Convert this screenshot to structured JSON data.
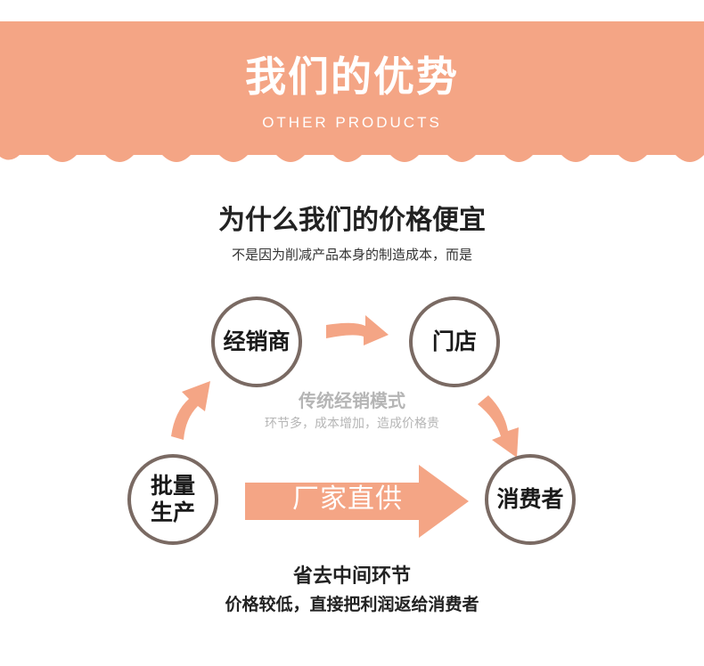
{
  "banner": {
    "title": "我们的优势",
    "subtitle": "OTHER PRODUCTS",
    "color": "#f4a585"
  },
  "question": {
    "title": "为什么我们的价格便宜",
    "subtitle": "不是因为削减产品本身的制造成本，而是"
  },
  "nodes": {
    "dealer": "经销商",
    "store": "门店",
    "factory": "批量生产",
    "consumer": "消费者"
  },
  "traditional": {
    "title": "传统经销模式",
    "subtitle": "环节多，成本增加，造成价格贵"
  },
  "direct": {
    "label": "厂家直供"
  },
  "savings": {
    "title": "省去中间环节",
    "subtitle": "价格较低，直接把利润返给消费者"
  },
  "colors": {
    "accent": "#f4a585",
    "circle_border": "#7a6a63",
    "muted_text": "#b5b5b5"
  }
}
